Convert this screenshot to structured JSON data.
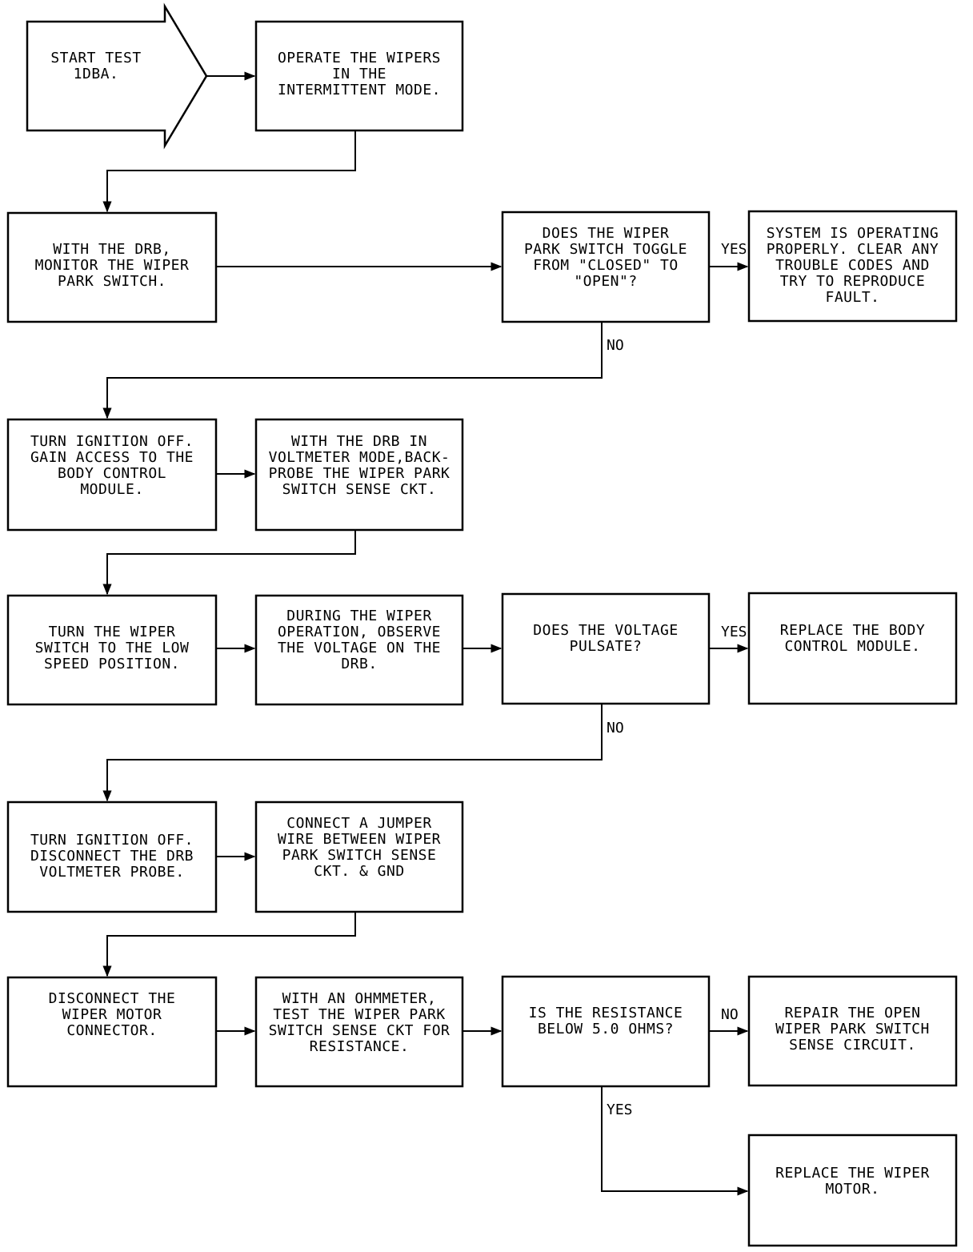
{
  "diagram": {
    "steps": {
      "start": "START TEST\n1DBA.",
      "operate": "OPERATE THE WIPERS\nIN THE\nINTERMITTENT MODE.",
      "monitor": "WITH THE DRB,\nMONITOR THE WIPER\nPARK SWITCH.",
      "q_toggle": "DOES THE WIPER\nPARK SWITCH TOGGLE\nFROM \"CLOSED\" TO\n\"OPEN\"?",
      "system_ok": "SYSTEM IS OPERATING\nPROPERLY. CLEAR ANY\nTROUBLE CODES AND\nTRY TO REPRODUCE\nFAULT.",
      "ign_off_bcm": "TURN IGNITION OFF.\nGAIN ACCESS TO THE\nBODY CONTROL\nMODULE.",
      "voltmeter": "WITH THE DRB IN\nVOLTMETER MODE,BACK-\nPROBE THE WIPER PARK\nSWITCH SENSE CKT.",
      "wiper_low": "TURN THE WIPER\nSWITCH TO THE LOW\nSPEED POSITION.",
      "observe": "DURING THE WIPER\nOPERATION, OBSERVE\nTHE VOLTAGE ON THE\nDRB.",
      "q_pulsate": "DOES THE VOLTAGE\nPULSATE?",
      "replace_bcm": "REPLACE THE BODY\nCONTROL MODULE.",
      "ign_off_probe": "TURN IGNITION OFF.\nDISCONNECT THE DRB\nVOLTMETER PROBE.",
      "jumper": "CONNECT A JUMPER\nWIRE BETWEEN WIPER\nPARK SWITCH SENSE\nCKT. & GND",
      "disconnect_motor": "DISCONNECT THE\nWIPER MOTOR\nCONNECTOR.",
      "ohmmeter": "WITH AN OHMMETER,\nTEST THE WIPER PARK\nSWITCH SENSE CKT FOR\nRESISTANCE.",
      "q_resistance": "IS THE RESISTANCE\nBELOW 5.0 OHMS?",
      "repair_circuit": "REPAIR THE OPEN\nWIPER PARK SWITCH\nSENSE CIRCUIT.",
      "replace_motor": "REPLACE THE WIPER\nMOTOR."
    },
    "branches": {
      "toggle_yes": "YES",
      "toggle_no": "NO",
      "pulsate_yes": "YES",
      "pulsate_no": "NO",
      "resistance_no": "NO",
      "resistance_yes": "YES"
    }
  }
}
